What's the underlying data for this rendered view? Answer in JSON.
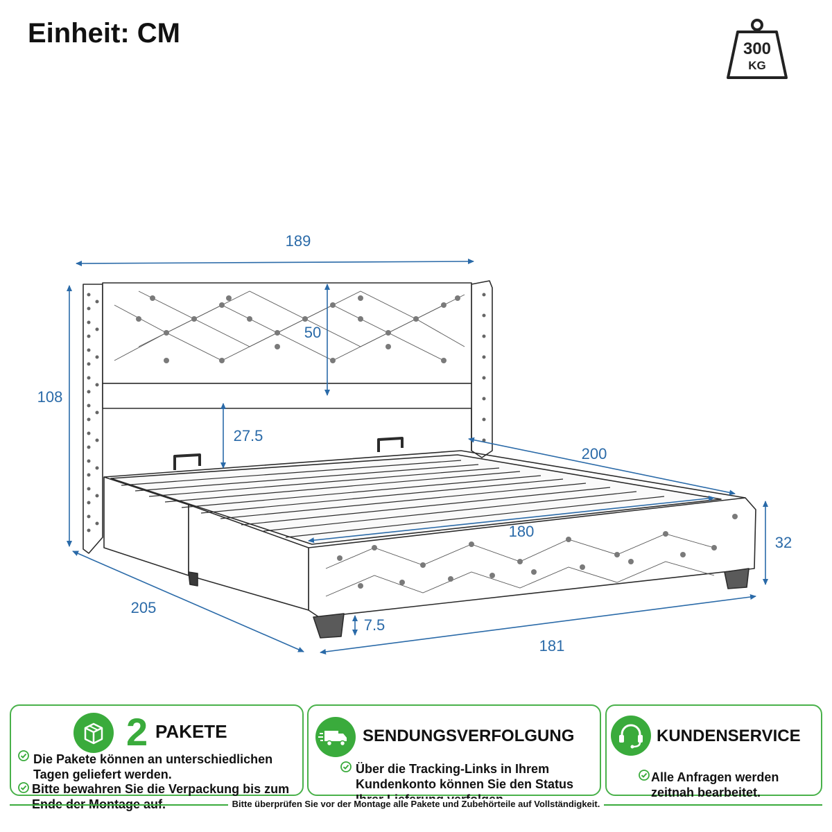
{
  "header": {
    "unit_label": "Einheit: CM"
  },
  "weight_badge": {
    "value": "300",
    "unit": "KG",
    "icon": "weight-icon"
  },
  "dimensions": {
    "headboard_width": "189",
    "total_height": "108",
    "headboard_cushion_height": "50",
    "headboard_gap": "27.5",
    "length": "200",
    "inner_width": "180",
    "footboard_height": "32",
    "total_length": "205",
    "leg_height": "7.5",
    "total_width": "181"
  },
  "colors": {
    "accent_green": "#3aab3c",
    "dimension_blue": "#2a6aa8"
  },
  "info_panels": {
    "packages": {
      "icon": "package-icon",
      "count": "2",
      "title": "PAKETE",
      "items": [
        "Die Pakete können an unterschiedlichen Tagen geliefert werden.",
        "Bitte bewahren Sie die Verpackung bis zum Ende der Montage auf."
      ]
    },
    "tracking": {
      "icon": "delivery-truck-icon",
      "title": "SENDUNGSVERFOLGUNG",
      "items": [
        "Über die Tracking-Links in Ihrem Kundenkonto können Sie den Status Ihrer Lieferung verfolgen."
      ]
    },
    "service": {
      "icon": "headset-icon",
      "title": "KUNDENSERVICE",
      "items": [
        "Alle Anfragen werden zeitnah bearbeitet."
      ]
    }
  },
  "footer": {
    "note": "Bitte überprüfen Sie vor der Montage alle Pakete und Zubehörteile auf Vollständigkeit."
  }
}
